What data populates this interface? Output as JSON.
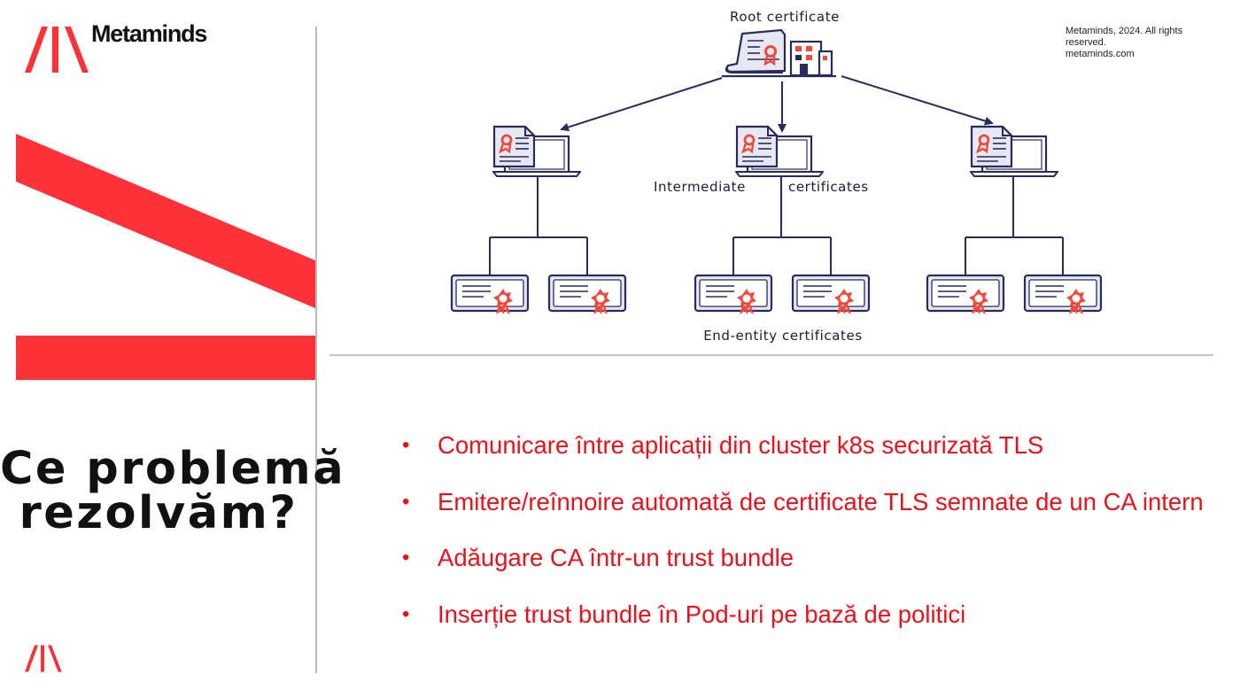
{
  "brand": {
    "name": "Metaminds",
    "accent_color": "#ff323a",
    "logo_icon": "metaminds-logo-icon"
  },
  "copyright": {
    "line1": "Metaminds, 2024. All rights",
    "line2": "reserved.",
    "line3": "metaminds.com"
  },
  "title": {
    "line1": "Ce problemă",
    "line2": "rezolvăm?"
  },
  "diagram": {
    "root_label": "Root certificate",
    "intermediate_label_left": "Intermediate",
    "intermediate_label_right": "certificates",
    "end_entity_label": "End-entity certificates",
    "node_color": "#2a2a5e",
    "badge_color": "#ef4a3c"
  },
  "bullets": [
    "Comunicare între aplicații din cluster k8s securizată TLS",
    "Emitere/reînnoire automată de certificate TLS semnate de un CA intern",
    "Adăugare CA într-un trust bundle",
    "Inserție trust bundle în Pod-uri pe bază de politici"
  ]
}
